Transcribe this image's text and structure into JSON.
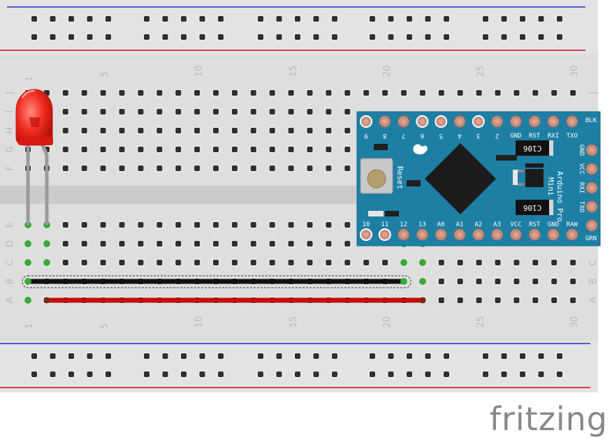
{
  "breadboard": {
    "column_numbers": [
      "1",
      "5",
      "10",
      "15",
      "20",
      "25",
      "30"
    ],
    "row_letters_top": [
      "J",
      "I",
      "H",
      "G",
      "F"
    ],
    "row_letters_bottom": [
      "E",
      "D",
      "C",
      "B",
      "A"
    ],
    "rail_pos_color": "#d0021b",
    "rail_neg_color": "#1c2cc4",
    "body_color": "#dcdcdc"
  },
  "arduino": {
    "name_line1": "Arduino Pro",
    "name_line2": "Mini",
    "reset_label": "Reset",
    "chip_label": "C106",
    "top_pins": [
      "9",
      "8",
      "7",
      "6",
      "5",
      "4",
      "3",
      "2",
      "GND",
      "RST",
      "RXI",
      "TXO"
    ],
    "corner_top_label": "BLK",
    "corner_bottom_label": "GRN",
    "side_pins": [
      "GND",
      "VCC",
      "RXI",
      "TXO"
    ],
    "bottom_pins": [
      "10",
      "11",
      "12",
      "13",
      "A0",
      "A1",
      "A2",
      "A3",
      "VCC",
      "RST",
      "GND",
      "RAW"
    ],
    "board_color": "#1e7fa4"
  },
  "wires": [
    {
      "color": "#111111",
      "from": "B1",
      "to": "B21"
    },
    {
      "color": "#c1100f",
      "from": "A2",
      "to": "A22"
    }
  ],
  "led": {
    "color": "#e8201b"
  },
  "logo": "fritzing"
}
